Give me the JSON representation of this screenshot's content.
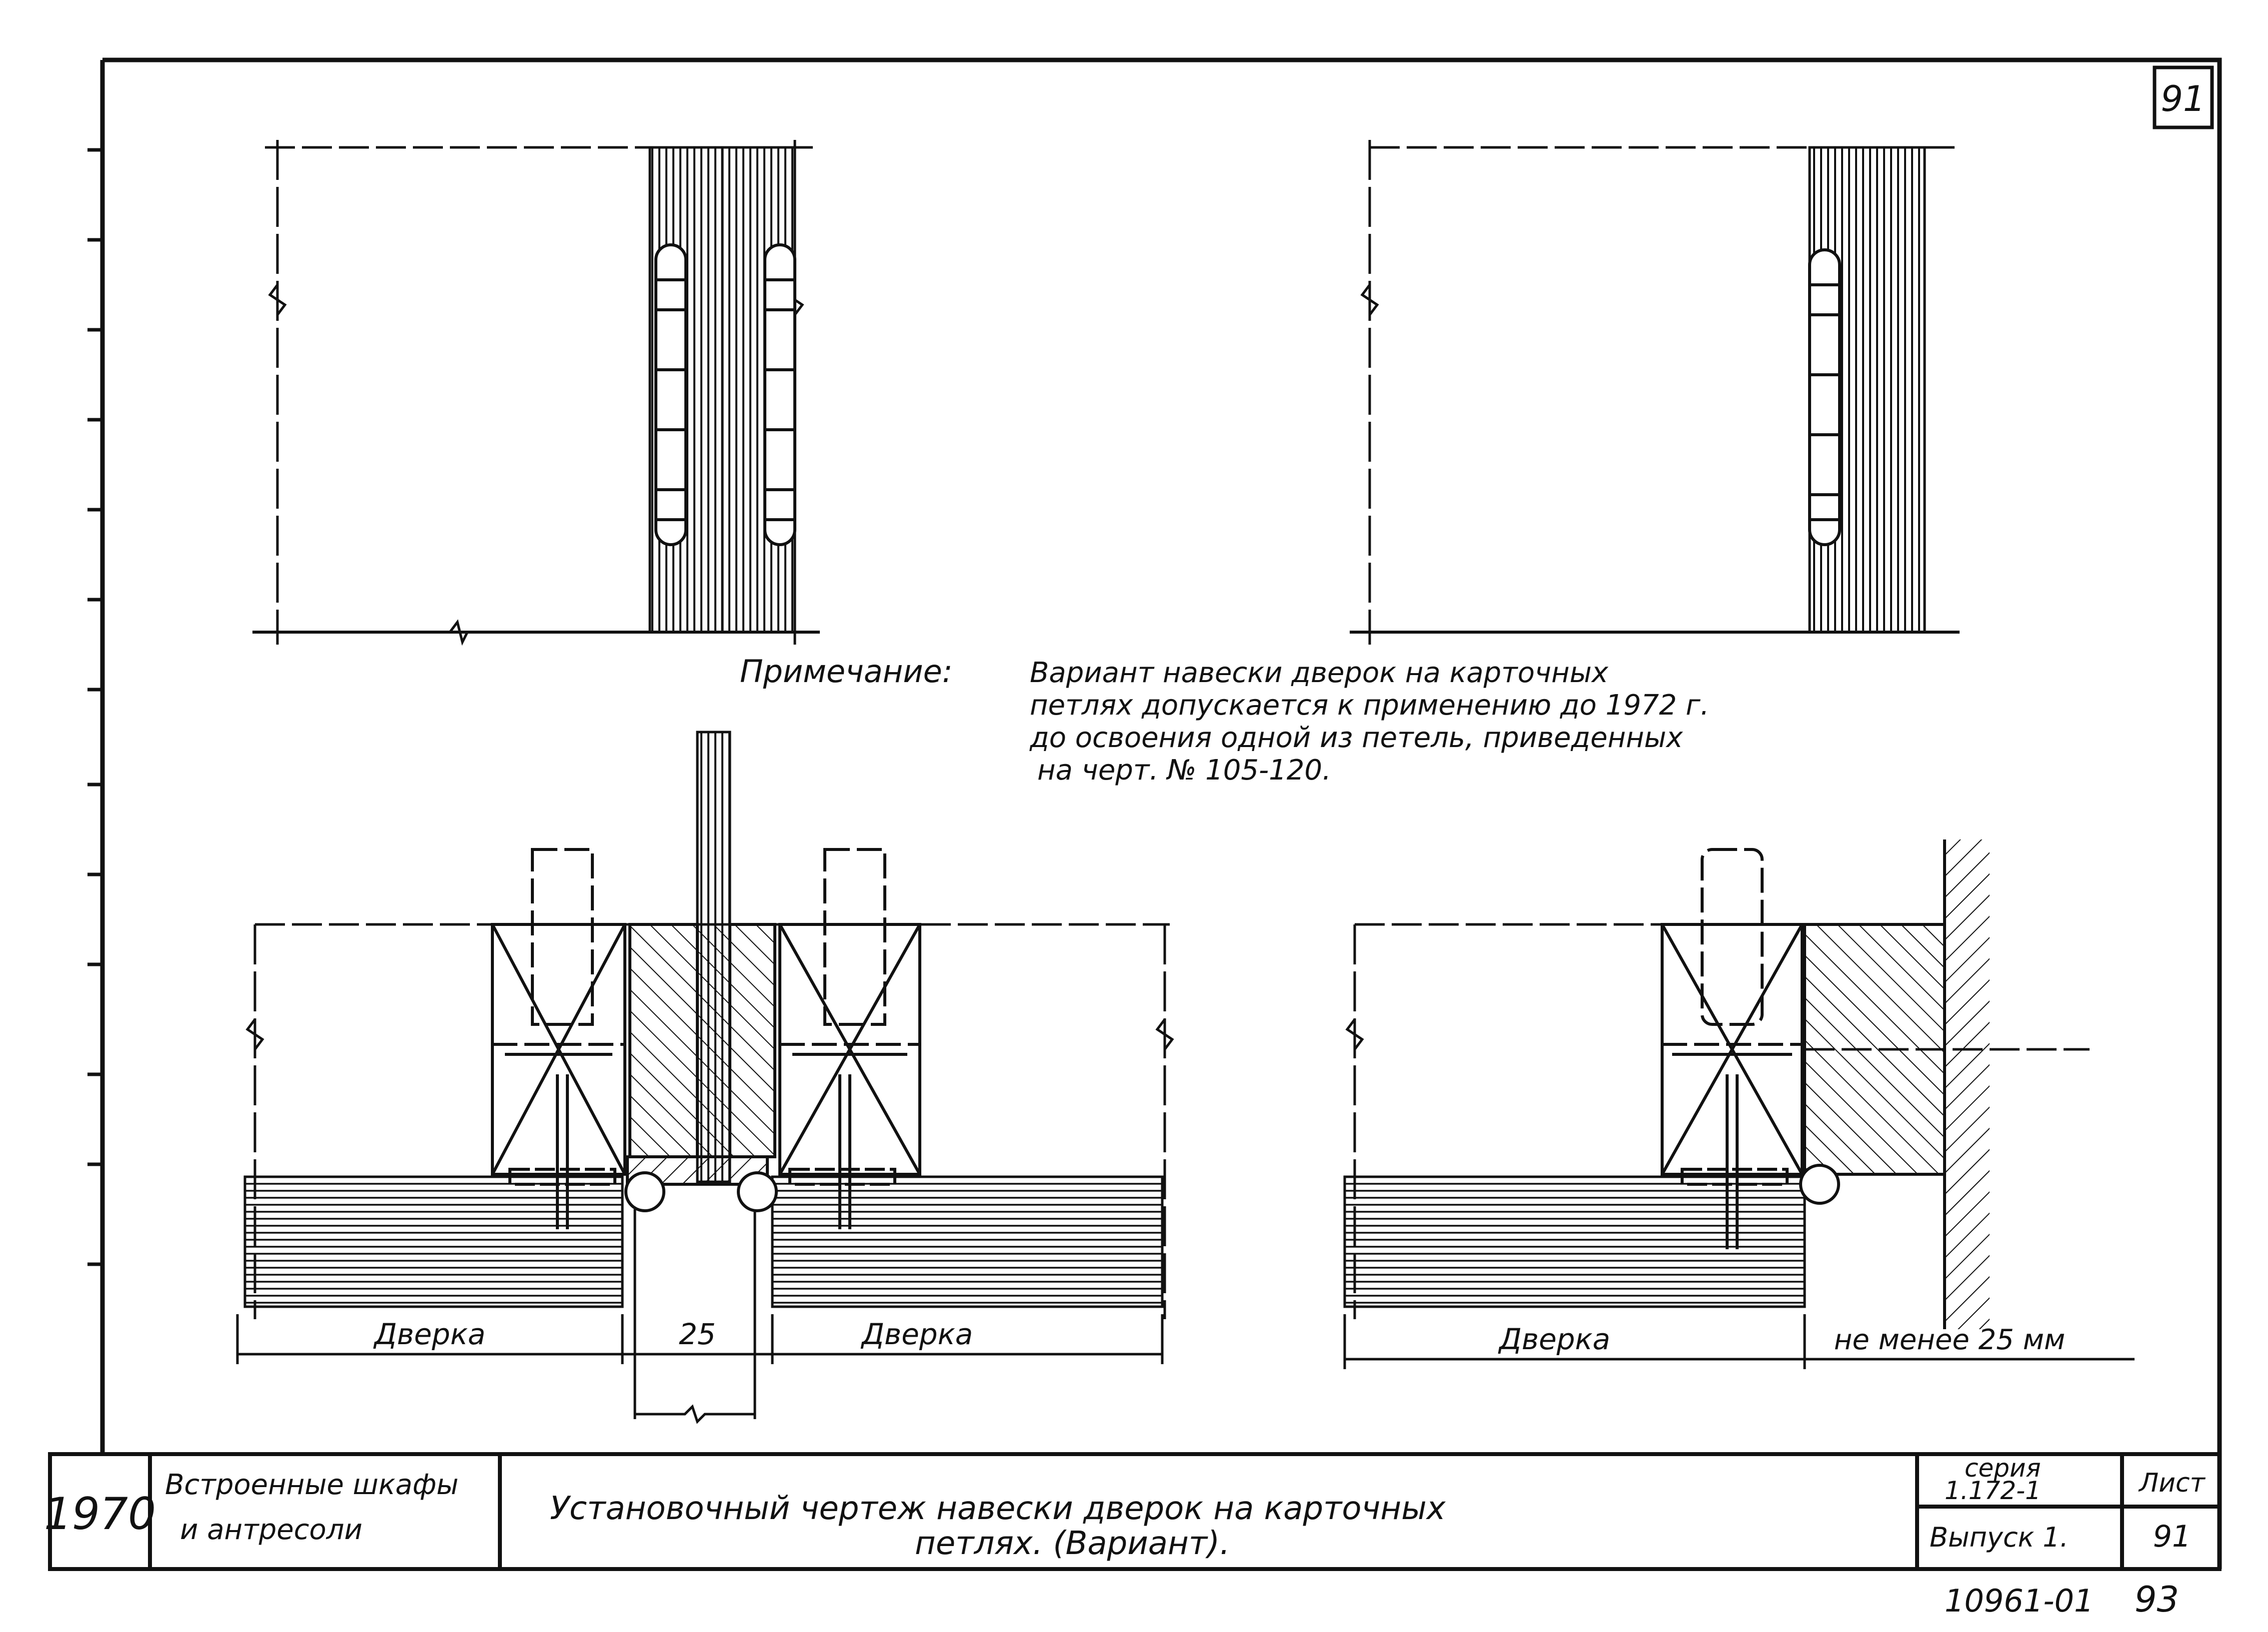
{
  "sheet_number": "91",
  "note": {
    "label": "Примечание:",
    "lines": [
      "Вариант навески дверок на карточных",
      "петлях допускается к применению до 1972 г.",
      "до освоения одной из петель, приведенных",
      "на черт. № 105-120."
    ]
  },
  "dimensions": {
    "left_door_a": "Дверка",
    "gap": "25",
    "left_door_b": "Дверка",
    "right_door": "Дверка",
    "min_clearance": "не менее 25 мм"
  },
  "title_block": {
    "year": "1970",
    "section": [
      "Встроенные шкафы",
      "и антресоли"
    ],
    "title": [
      "Установочный чертеж навески дверок на карточных",
      "петлях. (Вариант)."
    ],
    "series_label": "серия",
    "series_value": "1.172-1",
    "issue": "Выпуск 1.",
    "sheet_label": "Лист",
    "sheet_value": "91"
  },
  "footer": {
    "code": "10961-01",
    "page": "93"
  }
}
